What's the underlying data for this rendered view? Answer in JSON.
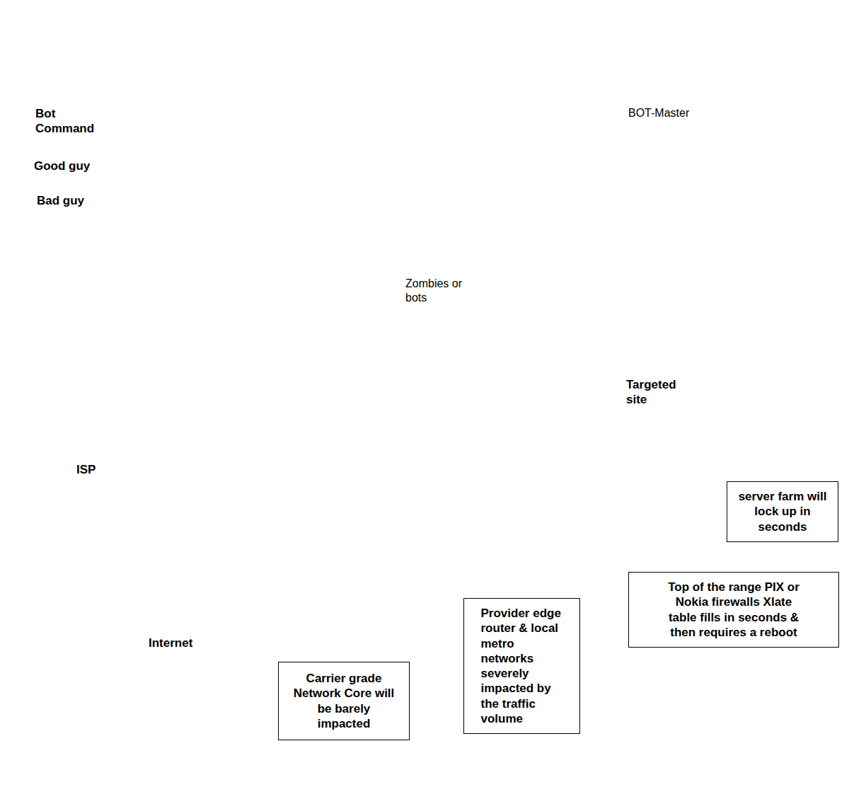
{
  "diagram": {
    "nodes": [
      {
        "text": [
          "Internet"
        ]
      },
      {
        "text": [
          "ISP"
        ],
        "in": 0
      },
      {
        "text": [
          "Targeted site"
        ]
      },
      {
        "text": [
          "server farm will lock up in seconds"
        ]
      },
      {
        "text": [
          "Top of the range PIX or Nokia firewalls Xlate table fills in seconds & then requires a reboot"
        ]
      },
      {
        "text": [
          "Provider edge router & local metro networks severely impacted by the traffic volume"
        ]
      },
      {
        "text": [
          "Carrier grade Network Core will be barely impacted"
        ]
      }
    ],
    "labels": [
      "BOT-Master",
      "Zombies or bots"
    ],
    "legend": [
      {
        "text": "Bot Command"
      },
      {
        "text": "Good guy"
      },
      {
        "text": "Bad guy"
      }
    ]
  }
}
